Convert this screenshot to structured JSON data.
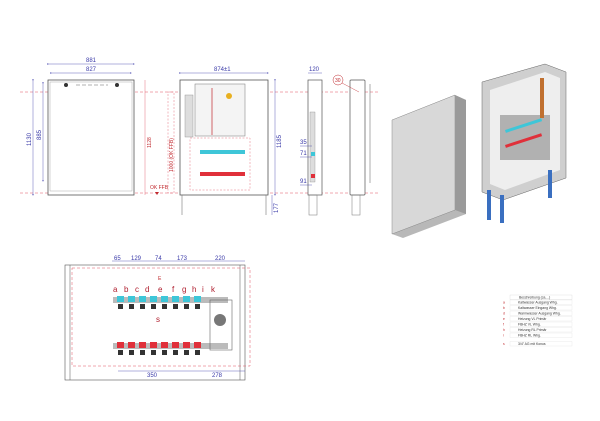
{
  "front_view": {
    "dims": [
      "881",
      "827",
      "1130",
      "885",
      "1128"
    ],
    "floor_label": "OK FFB"
  },
  "open_view": {
    "dims": [
      "874±1",
      "1000 (OK FFB)",
      "1185",
      "177"
    ]
  },
  "side_view": {
    "dims": [
      "120",
      "35",
      "71",
      "91"
    ],
    "marker": "30"
  },
  "plan_view": {
    "top_dims": [
      "65",
      "129",
      "74",
      "173",
      "220"
    ],
    "bottom_dims": [
      "350",
      "278"
    ],
    "letters": [
      "a",
      "b",
      "c",
      "d",
      "e",
      "f",
      "g",
      "h",
      "i",
      "k"
    ],
    "center_label": "s",
    "valve_label": "E"
  },
  "legend": {
    "header": "Beschreibung (ca....)",
    "rows": [
      {
        "key": "a",
        "text": "Kaltwasser Ausgang Whg."
      },
      {
        "key": "b",
        "text": "Kaltwasser Eingang Whg."
      },
      {
        "key": "d",
        "text": "Warmwasser Ausgang Whg."
      },
      {
        "key": "e",
        "text": "Heizung VL Primär"
      },
      {
        "key": "f",
        "text": "FBHZ VL Whg."
      },
      {
        "key": "h",
        "text": "Heizung RL Primär"
      },
      {
        "key": "i",
        "text": "FBHZ RL Whg."
      },
      {
        "key": "s",
        "text": "3/4\" AG mit Konus"
      }
    ]
  },
  "colors": {
    "dim": "#3a3aa8",
    "ref": "#c0282d",
    "supply": "#3ec6d8",
    "return": "#e0303a",
    "legs": "#3a6fc0"
  }
}
